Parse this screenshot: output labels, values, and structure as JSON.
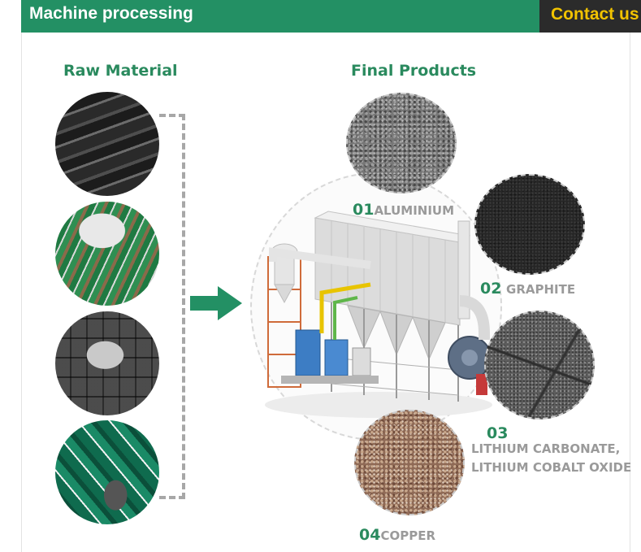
{
  "header": {
    "title": "Machine processing",
    "contact_label": "Contact us"
  },
  "sections": {
    "raw_title": "Raw Material",
    "final_title": "Final Products"
  },
  "raw_materials": [
    {
      "icon": "laptop-battery-image"
    },
    {
      "icon": "cylindrical-battery-image"
    },
    {
      "icon": "battery-pack-image"
    },
    {
      "icon": "phone-battery-image"
    }
  ],
  "products": [
    {
      "num": "01",
      "name": "ALUMINIUM"
    },
    {
      "num": "02",
      "name": "GRAPHITE"
    },
    {
      "num": "03",
      "name_line1": "LITHIUM CARBONATE,",
      "name_line2": "LITHIUM COBALT OXIDE"
    },
    {
      "num": "04",
      "name": "COPPER"
    }
  ],
  "colors": {
    "brand_green": "#239064",
    "title_green": "#2a8a5e",
    "contact_bg": "#2b2b2b",
    "contact_text": "#f2c300",
    "label_gray": "#9a9a9a"
  }
}
